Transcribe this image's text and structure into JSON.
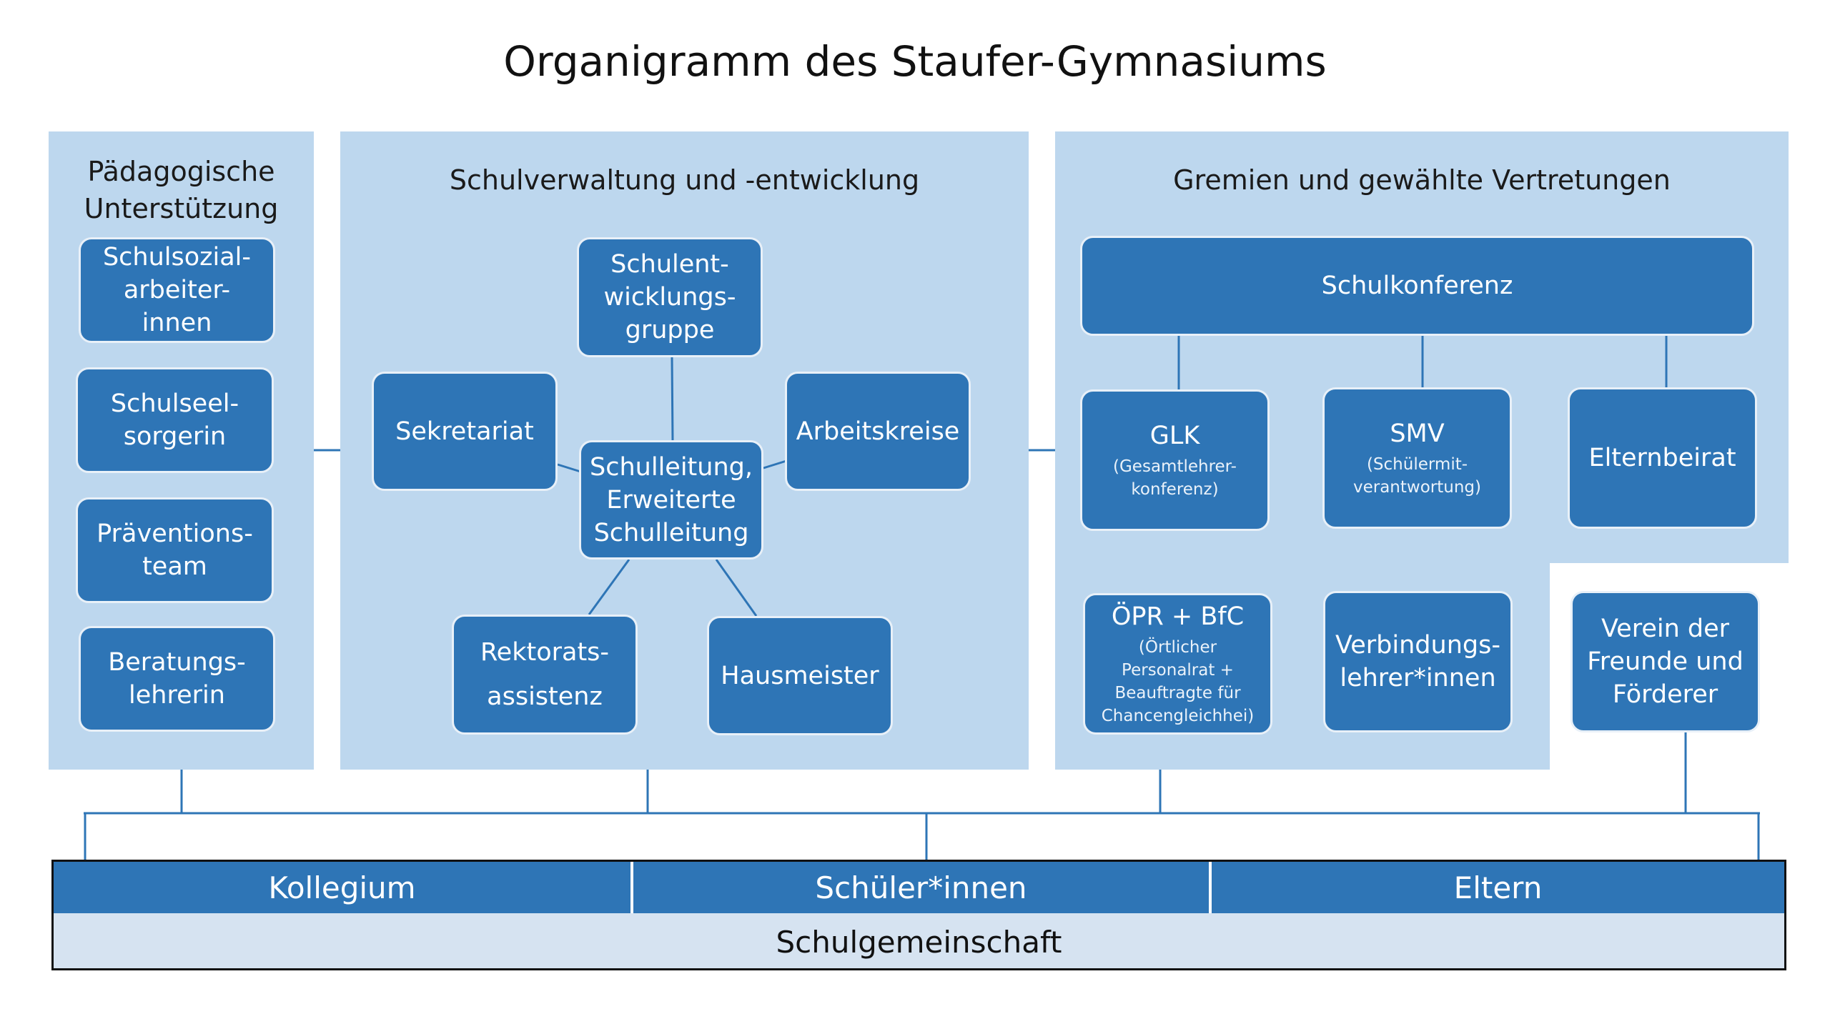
{
  "title": "Organigramm des Staufer-Gymnasiums",
  "colors": {
    "panel": "#bdd7ee",
    "box": "#2e75b6",
    "box_border": "#e8f0f8",
    "connector": "#2e75b6",
    "community_bar": "#d6e3f1"
  },
  "panels": {
    "paedagogik": {
      "title": "Pädagogische\nUnterstützung",
      "boxes": [
        {
          "label": "Schulsozial-\narbeiter-\ninnen"
        },
        {
          "label": "Schulseel-\nsorgerin"
        },
        {
          "label": "Präventions-\nteam"
        },
        {
          "label": "Beratungs-\nlehrerin"
        }
      ]
    },
    "verwaltung": {
      "title": "Schulverwaltung und -entwicklung",
      "center": {
        "label": "Schulleitung,\nErweiterte\nSchulleitung"
      },
      "boxes": {
        "entwicklung": {
          "label": "Schulent-\nwicklungs-\ngruppe"
        },
        "sekretariat": {
          "label": "Sekretariat"
        },
        "arbeitskreise": {
          "label": "Arbeitskreise"
        },
        "rektorat": {
          "label": "Rektorats-\nassistenz"
        },
        "hausmeister": {
          "label": "Hausmeister"
        }
      }
    },
    "gremien": {
      "title": "Gremien und gewählte Vertretungen",
      "schulkonferenz": {
        "label": "Schulkonferenz"
      },
      "boxes": {
        "glk": {
          "label": "GLK",
          "sub": "(Gesamtlehrer-\nkonferenz)"
        },
        "smv": {
          "label": "SMV",
          "sub": "(Schülermit-\nverantwortung)"
        },
        "elternbeirat": {
          "label": "Elternbeirat"
        },
        "oepr": {
          "label": "ÖPR  + BfC",
          "sub": "(Örtlicher\nPersonalrat +\nBeauftragte für\nChancengleichhei)"
        },
        "verbindung": {
          "label": "Verbindungs-\nlehrer*innen"
        },
        "verein": {
          "label": "Verein der\nFreunde und\nFörderer"
        }
      }
    }
  },
  "community": {
    "groups": [
      "Kollegium",
      "Schüler*innen",
      "Eltern"
    ],
    "label": "Schulgemeinschaft"
  }
}
